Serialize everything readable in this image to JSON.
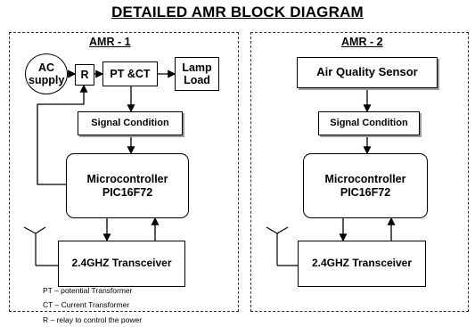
{
  "title": "DETAILED AMR BLOCK DIAGRAM",
  "amr1": {
    "title": "AMR  - 1",
    "ac_supply": "AC supply",
    "relay": "R",
    "ptct": "PT &CT",
    "lamp": "Lamp Load",
    "signal": "Signal Condition",
    "micro_line1": "Microcontroller",
    "micro_line2": "PIC16F72",
    "transceiver": "2.4GHZ Transceiver"
  },
  "amr2": {
    "title": "AMR  - 2",
    "sensor": "Air Quality Sensor",
    "signal": "Signal Condition",
    "micro_line1": "Microcontroller",
    "micro_line2": "PIC16F72",
    "transceiver": "2.4GHZ Transceiver"
  },
  "legend": {
    "pt": "PT – potential Transformer",
    "ct": "CT – Current Transformer",
    "r": "R – relay to control the power"
  }
}
